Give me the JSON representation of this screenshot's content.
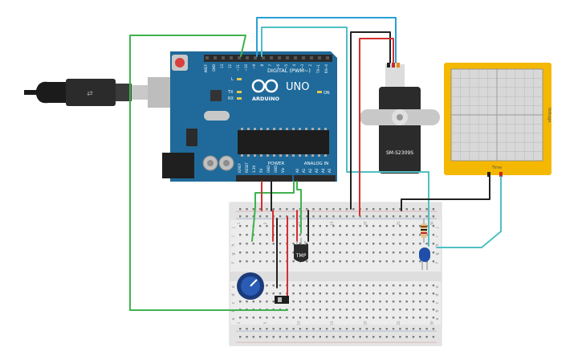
{
  "arduino": {
    "logo_text": "ARDUINO",
    "model": "UNO",
    "digital_label": "DIGITAL (PWM~)",
    "power_label": "POWER",
    "analog_label": "ANALOG IN",
    "on_label": "ON",
    "l_label": "L",
    "tx_label": "TX",
    "rx_label": "RX",
    "digital_pins": [
      "AREF",
      "GND",
      "13",
      "12",
      "~11",
      "~10",
      "~9",
      "8",
      "7",
      "~6",
      "~5",
      "4",
      "~3",
      "2",
      "TX→1",
      "RX←0"
    ],
    "power_pins": [
      "IOREF",
      "RESET",
      "3.3V",
      "5V",
      "GND",
      "GND",
      "Vin"
    ],
    "analog_pins": [
      "A0",
      "A1",
      "A2",
      "A3",
      "A4",
      "A5"
    ]
  },
  "servo": {
    "label": "SM-S2309S"
  },
  "oscilloscope": {
    "y_label": "Voltage",
    "x_label": "Time"
  },
  "sensor": {
    "label": "TMP"
  },
  "breadboard": {
    "row_letters_top": [
      "j",
      "i",
      "h",
      "g",
      "f"
    ],
    "row_letters_bottom": [
      "e",
      "d",
      "c",
      "b",
      "a"
    ],
    "columns": [
      "1",
      "5",
      "10",
      "15",
      "20",
      "25",
      "30"
    ]
  },
  "colors": {
    "wire_green": "#3fb34f",
    "wire_blue": "#2a9fd6",
    "wire_cyan": "#4ec0c4",
    "wire_red": "#d32f2f",
    "wire_black": "#222222",
    "board": "#1f6a9a",
    "scope_frame": "#f5b800"
  }
}
